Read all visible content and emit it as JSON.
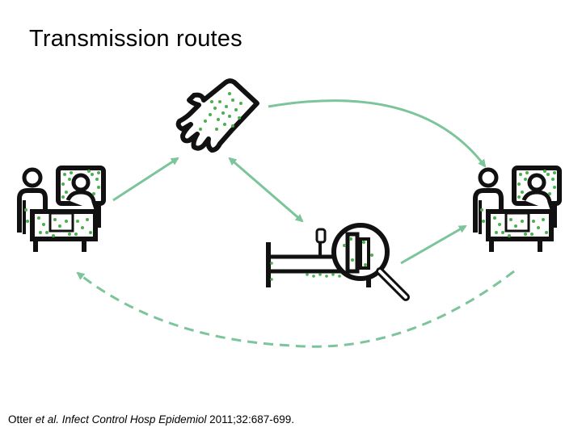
{
  "title": "Transmission routes",
  "citation": {
    "author": "Otter",
    "etal": " et al.",
    "journal": " Infect Control Hosp Epidemiol",
    "details": " 2011;32:687-699."
  },
  "colors": {
    "arrow": "#7cc49a",
    "contamination": "#4caf50",
    "outline": "#111111",
    "background": "#ffffff"
  },
  "icons": [
    "patient-in-bed-icon",
    "contaminated-hand-icon",
    "hospital-bed-icon",
    "magnifying-glass-icon"
  ]
}
